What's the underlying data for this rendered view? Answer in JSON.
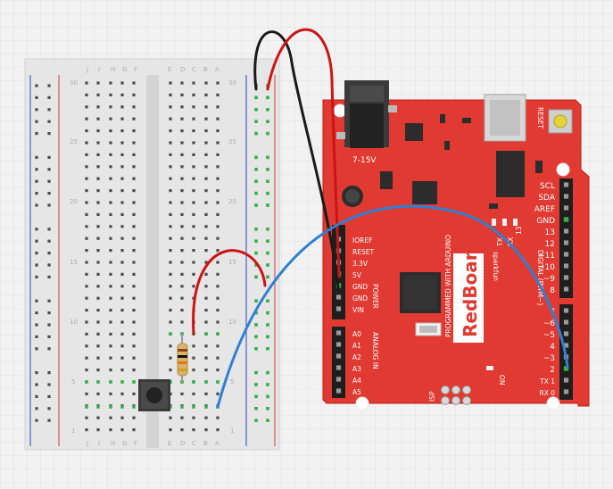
{
  "colors": {
    "grid_bg": "#f2f2f2",
    "grid_line": "#cfcfd4",
    "breadboard": "#e6e6e6",
    "rail_red": "#d33b3b",
    "rail_blue": "#2d46c8",
    "redboard": "#e03a32",
    "wire_red": "#cc1414",
    "wire_black": "#1a1a1a",
    "wire_blue": "#2f80d0",
    "connected_hole": "#35b24a"
  },
  "breadboard": {
    "col_letters_left": [
      "J",
      "I",
      "H",
      "G",
      "F"
    ],
    "col_letters_right": [
      "E",
      "D",
      "C",
      "B",
      "A"
    ],
    "row_numbers": [
      "30",
      "25",
      "20",
      "15",
      "10",
      "5",
      "1"
    ]
  },
  "redboard": {
    "power_jack_label": "7-15V",
    "reset_label": "RESET",
    "header_top_labels": [
      "SCL",
      "SDA",
      "AREF",
      "GND",
      "13",
      "12",
      "~11",
      "~10",
      "~9",
      "8"
    ],
    "header_bottom_labels": [
      "7",
      "~6",
      "~5",
      "4",
      "~3",
      "2",
      "TX 1",
      "RX 0"
    ],
    "power_labels": [
      "IOREF",
      "RESET",
      "3.3V",
      "5V",
      "GND",
      "GND",
      "VIN"
    ],
    "power_title": "POWER",
    "analog_labels": [
      "A0",
      "A1",
      "A2",
      "A3",
      "A4",
      "A5"
    ],
    "analog_title": "ANALOG IN",
    "led_labels": [
      "13",
      "RX",
      "TX"
    ],
    "logo_text": "RedBoard",
    "brand_text": "sparkfun",
    "tagline": "PROGRAMMED WITH ARDUINO",
    "digital_title": "DIGITAL (PWM~)",
    "isp_label": "ISP",
    "on_label": "ON"
  }
}
